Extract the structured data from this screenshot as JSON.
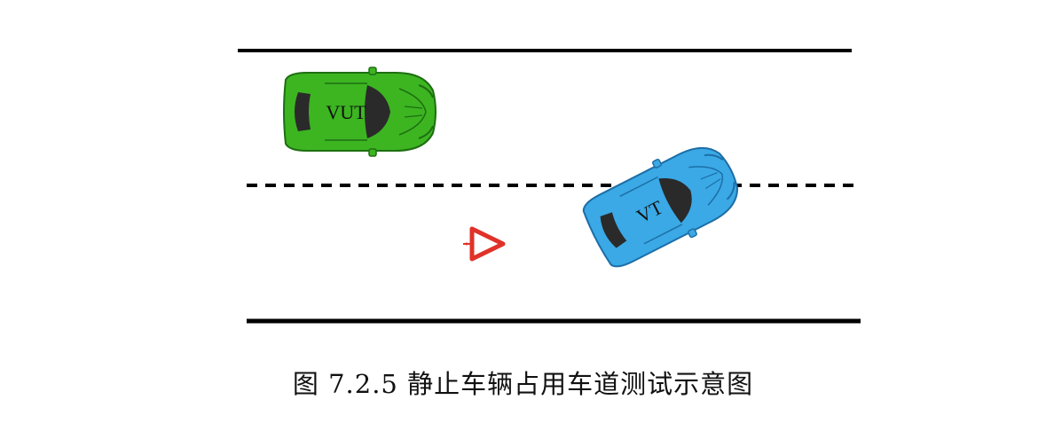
{
  "diagram": {
    "vehicles": [
      {
        "id": "vut",
        "label": "VUT",
        "color": "#3cb521",
        "dark_color": "#1f6e12"
      },
      {
        "id": "vt",
        "label": "VT",
        "color": "#3aa9e6",
        "dark_color": "#1d6ea6"
      }
    ],
    "warning_triangle": {
      "icon": "warning-triangle-icon",
      "color": "#e03228"
    },
    "road": {
      "line_color": "#000000"
    }
  },
  "caption": "图 7.2.5 静止车辆占用车道测试示意图"
}
